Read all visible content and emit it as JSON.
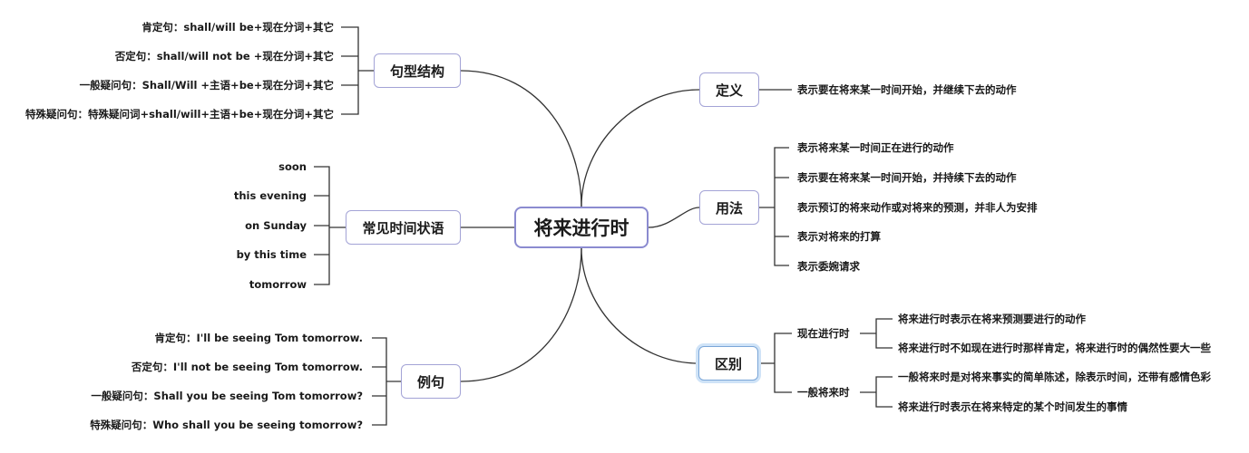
{
  "root": "将来进行时",
  "left": {
    "structure": {
      "title": "句型结构",
      "items": [
        "肯定句：shall/will be+现在分词+其它",
        "否定句：shall/will not be +现在分词+其它",
        "一般疑问句：Shall/Will +主语+be+现在分词+其它",
        "特殊疑问句：特殊疑问词+shall/will+主语+be+现在分词+其它"
      ]
    },
    "time_adverbials": {
      "title": "常见时间状语",
      "items": [
        "soon",
        "this evening",
        "on Sunday",
        "by this time",
        "tomorrow"
      ]
    },
    "examples": {
      "title": "例句",
      "items": [
        "肯定句：I'll be seeing Tom tomorrow.",
        "否定句：I'll not be seeing Tom tomorrow.",
        "一般疑问句：Shall you be seeing Tom tomorrow?",
        "特殊疑问句：Who shall you be seeing tomorrow?"
      ]
    }
  },
  "right": {
    "definition": {
      "title": "定义",
      "items": [
        "表示要在将来某一时间开始，并继续下去的动作"
      ]
    },
    "usage": {
      "title": "用法",
      "items": [
        "表示将来某一时间正在进行的动作",
        "表示要在将来某一时间开始，并持续下去的动作",
        "表示预订的将来动作或对将来的预测，并非人为安排",
        "表示对将来的打算",
        "表示委婉请求"
      ]
    },
    "difference": {
      "title": "区别",
      "groups": [
        {
          "label": "现在进行时",
          "items": [
            "将来进行时表示在将来预测要进行的动作",
            "将来进行时不如现在进行时那样肯定，将来进行时的偶然性要大一些"
          ]
        },
        {
          "label": "一般将来时",
          "items": [
            "一般将来时是对将来事实的简单陈述，除表示时间，还带有感情色彩",
            "将来进行时表示在将来特定的某个时间发生的事情"
          ]
        }
      ]
    }
  },
  "colors": {
    "line": "#333333",
    "node_border": "#a3a3d6",
    "selected_glow": "#cfe3f7"
  }
}
